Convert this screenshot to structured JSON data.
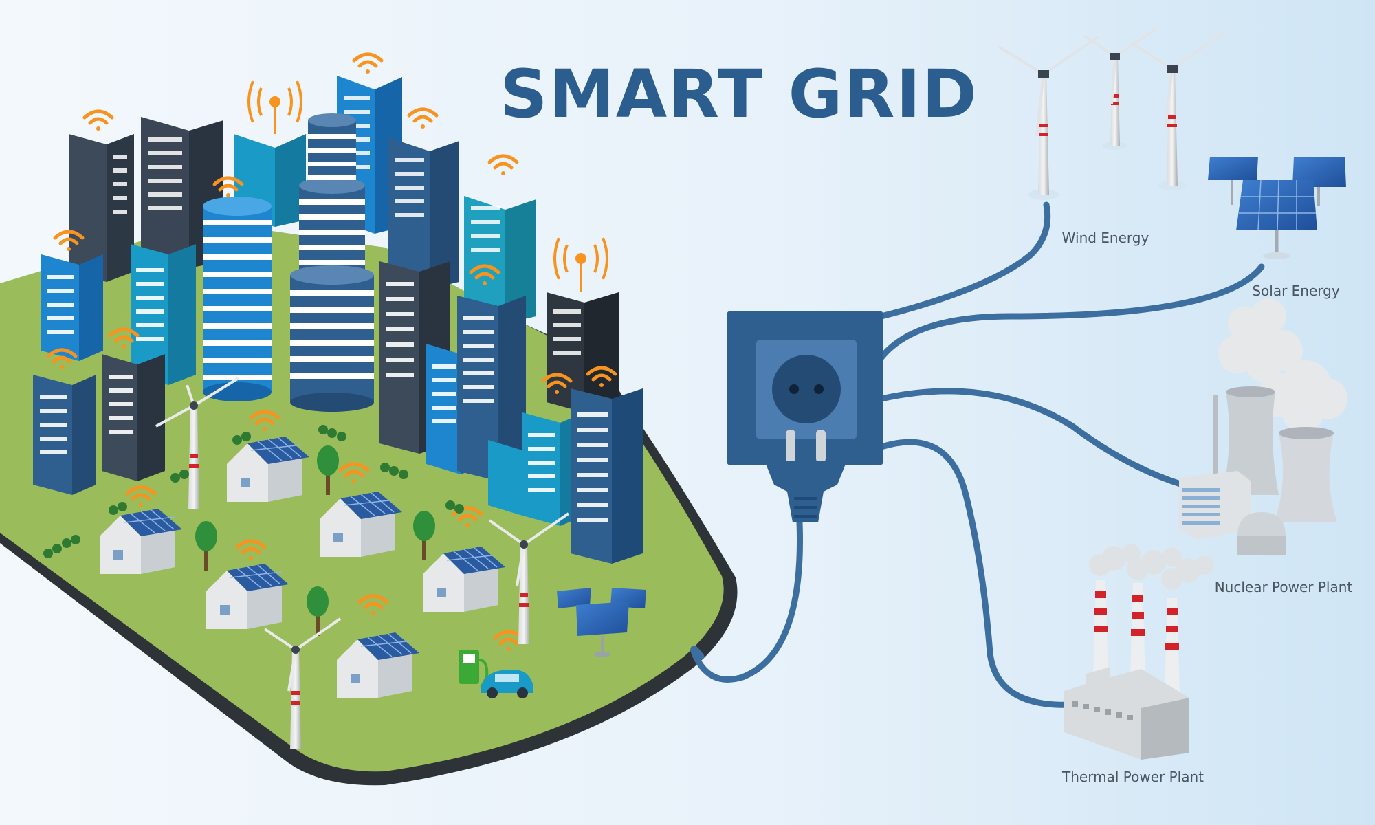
{
  "title": "SMART GRID",
  "sources": [
    {
      "id": "wind",
      "label": "Wind Energy"
    },
    {
      "id": "solar",
      "label": "Solar Energy"
    },
    {
      "id": "nuclear",
      "label": "Nuclear Power Plant"
    },
    {
      "id": "thermal",
      "label": "Thermal Power Plant"
    }
  ],
  "colors": {
    "background_left": "#eef5fb",
    "background_right": "#cfe6f6",
    "title": "#2b5d8e",
    "cable": "#3c6fa0",
    "socket": "#2f5f8f",
    "ground": "#9bbc5b",
    "ground_edge": "#2e3338",
    "wifi": "#f7931e",
    "label": "#4a5560"
  }
}
